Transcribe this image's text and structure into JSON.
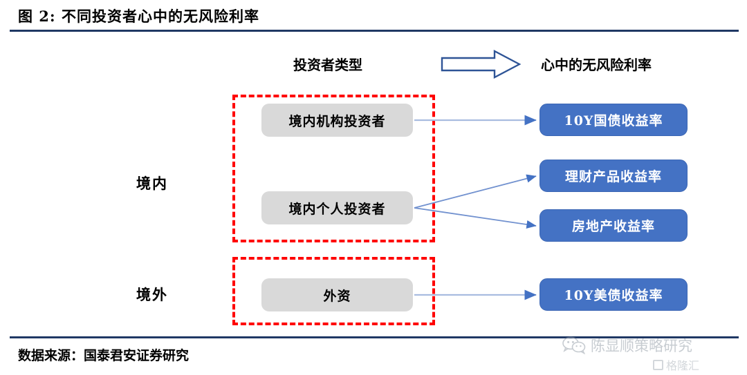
{
  "figure": {
    "title": "图 2:  不同投资者心中的无风险利率",
    "source_note": "数据来源：国泰君安证券研究"
  },
  "headers": {
    "left_label": "投资者类型",
    "right_label": "心中的无风险利率",
    "flow_arrow_icon": "block-arrow-right-icon"
  },
  "row_labels": {
    "domestic": "境内",
    "overseas": "境外"
  },
  "investor_types": [
    {
      "id": "domestic-institutional",
      "label": "境内机构投资者"
    },
    {
      "id": "domestic-individual",
      "label": "境内个人投资者"
    },
    {
      "id": "foreign-capital",
      "label": "外资"
    }
  ],
  "risk_free_rates": [
    {
      "id": "cgb-10y",
      "label": "10Y国债收益率"
    },
    {
      "id": "wealth-management",
      "label": "理财产品收益率"
    },
    {
      "id": "real-estate",
      "label": "房地产收益率"
    },
    {
      "id": "ust-10y",
      "label": "10Y美债收益率"
    }
  ],
  "groups": [
    {
      "id": "domestic-group",
      "label": "境内"
    },
    {
      "id": "overseas-group",
      "label": "境外"
    }
  ],
  "connections": [
    {
      "from": "境内机构投资者",
      "to": "10Y国债收益率"
    },
    {
      "from": "境内个人投资者",
      "to": "理财产品收益率"
    },
    {
      "from": "境内个人投资者",
      "to": "房地产收益率"
    },
    {
      "from": "外资",
      "to": "10Y美债收益率"
    }
  ],
  "watermarks": {
    "wechat_icon": "wechat-icon",
    "wechat_text": "陈显顺策略研究",
    "glr_icon": "gelonghui-logo-icon",
    "glr_text": "格隆汇"
  },
  "colors": {
    "rule": "#1f3864",
    "group_dash": "#ff0000",
    "type_box": "#d9d9d9",
    "rate_box": "#4472c4",
    "connector": "#4472c4"
  }
}
